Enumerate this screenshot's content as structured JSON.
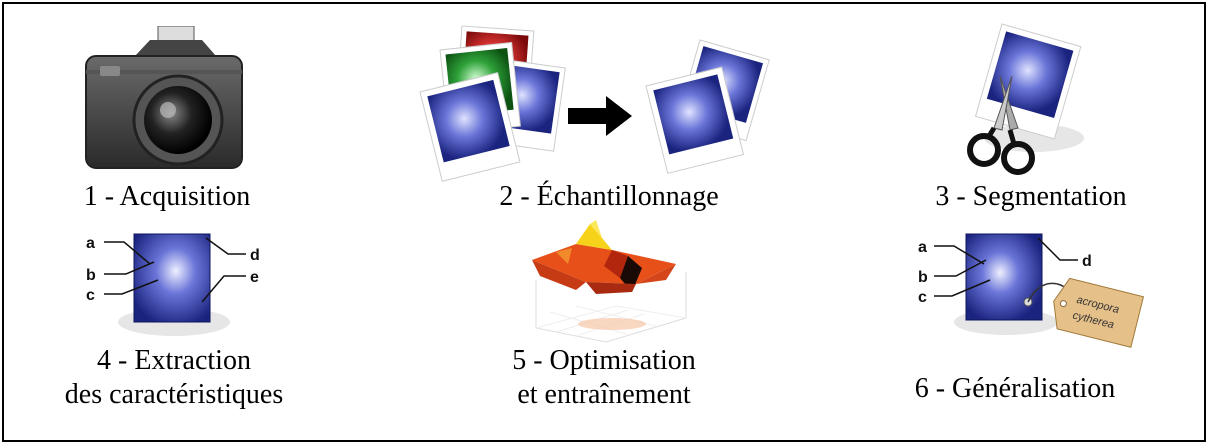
{
  "steps": [
    {
      "label": "1 - Acquisition",
      "icon": "camera-icon"
    },
    {
      "label": "2 - Échantillonnage",
      "icon": "photo-stack-icon"
    },
    {
      "label": "3 - Segmentation",
      "icon": "scissors-photo-icon"
    },
    {
      "label_line1": "4 - Extraction",
      "label_line2": "des caractéristiques",
      "icon": "feature-photo-icon",
      "features": [
        "a",
        "b",
        "c",
        "d",
        "e"
      ]
    },
    {
      "label_line1": "5 - Optimisation",
      "label_line2": "et entraînement",
      "icon": "surface-plot-icon"
    },
    {
      "label": "6 - Généralisation",
      "icon": "tagged-photo-icon",
      "features": [
        "a",
        "b",
        "c",
        "d"
      ],
      "tag_line1": "acropora",
      "tag_line2": "cytherea"
    }
  ],
  "colors": {
    "photo_blue": "#1f2a8f",
    "photo_red": "#b21a1a",
    "photo_green": "#1f8a2a",
    "tag": "#e6c089",
    "plot_orange": "#e8501a"
  }
}
